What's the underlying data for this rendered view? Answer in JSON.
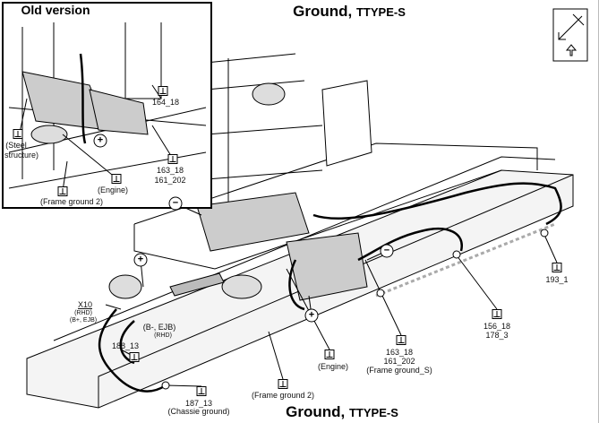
{
  "header": {
    "title": "Ground,",
    "variant": "TTYPE-S"
  },
  "footer": {
    "title": "Ground,",
    "variant": "TTYPE-S"
  },
  "inset": {
    "title": "Old version",
    "labels": {
      "g164": "164_18",
      "steel1": "(Steel",
      "steel2": "structure)",
      "g163": "163_18",
      "g161": "161_202",
      "engine": "(Engine)",
      "frame2": "(Frame ground 2)"
    },
    "polarity": {
      "plus": "+"
    }
  },
  "main": {
    "labels": {
      "x10": "X10",
      "x10_rhd": "(RHD)",
      "x10_bplus": "(B+, EJB)",
      "bminus": "(B-, EJB)",
      "bminus_rhd": "(RHD)",
      "g188": "188_13",
      "g187": "187_13",
      "chassis": "(Chassie ground)",
      "frame2": "(Frame ground 2)",
      "engine": "(Engine)",
      "g163": "163_18",
      "g161": "161_202",
      "frame_s": "(Frame ground_S)",
      "g156": "156_18",
      "g178": "178_3",
      "g193": "193_1"
    },
    "polarity": {
      "plus": "+",
      "minus": "−"
    }
  },
  "icons": [
    "ground-symbol-icon",
    "orientation-compass-icon",
    "plus-terminal-icon",
    "minus-terminal-icon"
  ]
}
